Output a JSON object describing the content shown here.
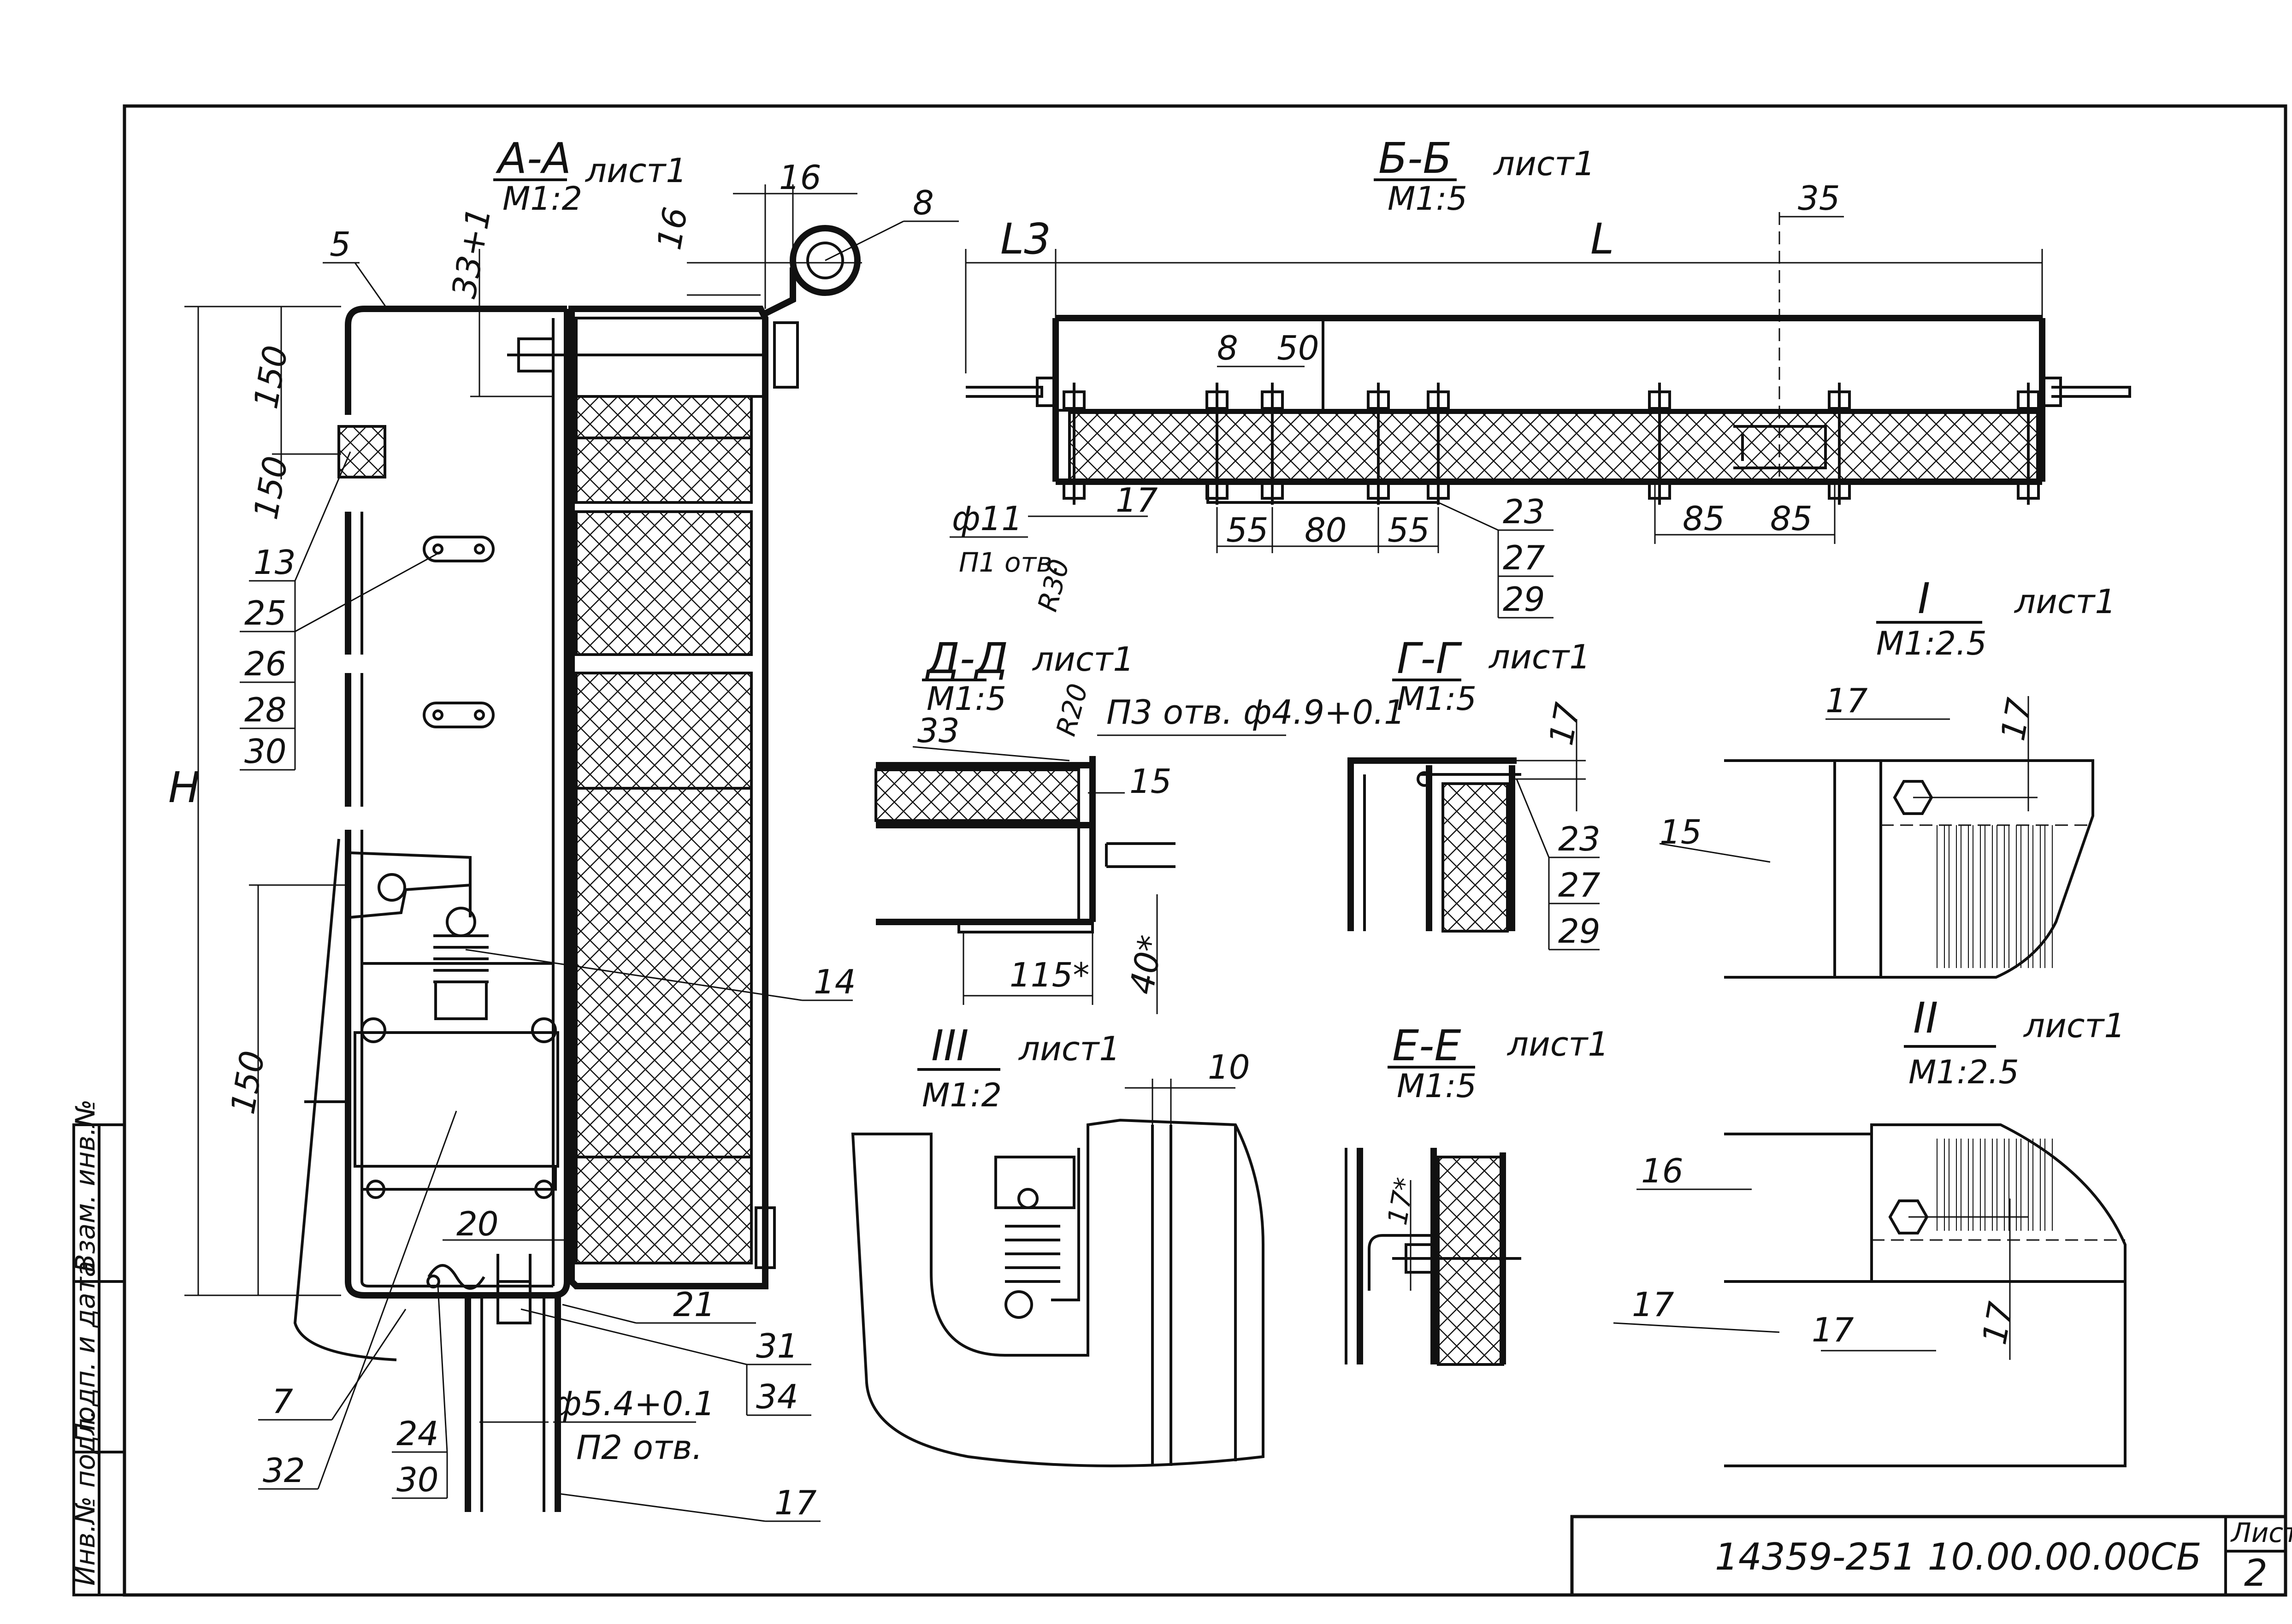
{
  "sections": {
    "aa": {
      "title": "А-А",
      "scale": "М1:2",
      "sheet": "лист1"
    },
    "bb": {
      "title": "Б-Б",
      "scale": "М1:5",
      "sheet": "лист1"
    },
    "dd": {
      "title": "Д-Д",
      "scale": "М1:5",
      "sheet": "лист1"
    },
    "gg": {
      "title": "Г-Г",
      "scale": "М1:5",
      "sheet": "лист1"
    },
    "ee": {
      "title": "Е-Е",
      "scale": "М1:5",
      "sheet": "лист1"
    },
    "v1": {
      "title": "I",
      "scale": "М1:2.5",
      "sheet": "лист1"
    },
    "v2": {
      "title": "II",
      "scale": "М1:2.5",
      "sheet": "лист1"
    },
    "v3": {
      "title": "III",
      "scale": "М1:2",
      "sheet": "лист1"
    }
  },
  "aa_labels": {
    "p5": "5",
    "p8": "8",
    "d16a": "16",
    "d16b": "16",
    "d33": "33+1",
    "d150a": "150",
    "d150b": "150",
    "d150c": "150",
    "H": "H",
    "p13": "13",
    "p25": "25",
    "p26": "26",
    "p28": "28",
    "p30a": "30",
    "p14": "14",
    "d20": "20",
    "p21": "21",
    "p31": "31",
    "p34": "34",
    "hole": "ф5.4+0.1",
    "hole_n": "П2 отв.",
    "p24": "24",
    "p30b": "30",
    "p17": "17",
    "p7": "7",
    "p32": "32"
  },
  "bb_labels": {
    "L3": "L3",
    "L": "L",
    "p35": "35",
    "d8": "8",
    "d50": "50",
    "hole": "ф11",
    "hole_n": "П1 отв.",
    "d17": "17",
    "r30": "R30",
    "d55a": "55",
    "d80": "80",
    "d55b": "55",
    "p23": "23",
    "p27": "27",
    "p29": "29",
    "d85a": "85",
    "d85b": "85"
  },
  "dd_labels": {
    "p33": "33",
    "r20": "R20",
    "holes": "П3 отв. ф4.9+0.1",
    "p15": "15",
    "d115": "115*",
    "d40": "40*"
  },
  "gg_labels": {
    "d17": "17",
    "p23": "23",
    "p27": "27",
    "p29": "29"
  },
  "v1_labels": {
    "d17a": "17",
    "d17b": "17",
    "p15": "15"
  },
  "v2_labels": {
    "p16": "16",
    "p17": "17",
    "d17a": "17",
    "d17b": "17"
  },
  "v3_labels": {
    "d10": "10"
  },
  "ee_labels": {
    "d17": "17*"
  },
  "sidebar": {
    "inv_orig": "Инв.№ подл.",
    "sign_date": "Подп. и дата",
    "inv_repl": "Взам. инв.№"
  },
  "stamp": {
    "doc_number": "14359-251 10.00.00.00СБ",
    "sheet_label": "Лист",
    "sheet_number": "2"
  }
}
